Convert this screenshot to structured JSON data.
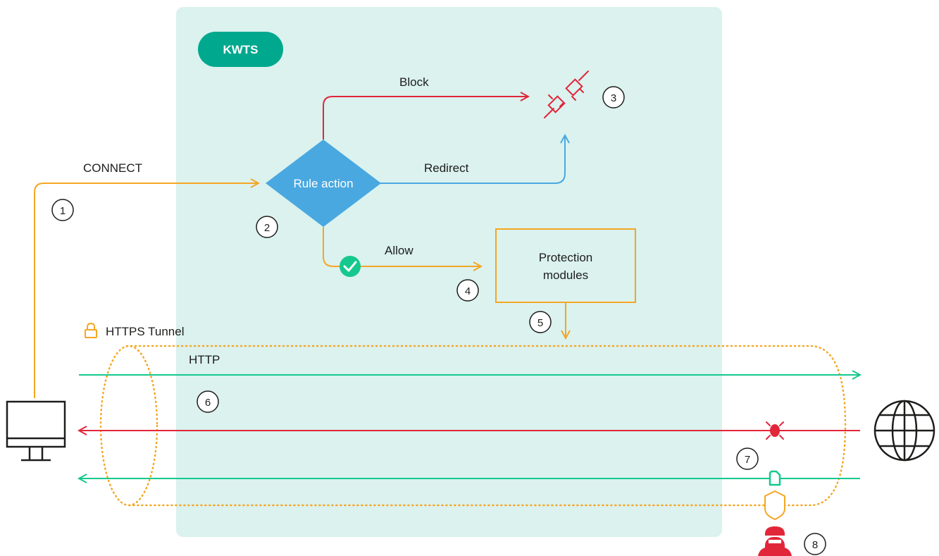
{
  "kwts_label": "KWTS",
  "rule_action_label": "Rule action",
  "connect_label": "CONNECT",
  "block_label": "Block",
  "redirect_label": "Redirect",
  "allow_label": "Allow",
  "protection_line1": "Protection",
  "protection_line2": "modules",
  "tunnel_label": "HTTPS Tunnel",
  "http_label": "HTTP",
  "steps": [
    "1",
    "2",
    "3",
    "4",
    "5",
    "6",
    "7",
    "8"
  ],
  "colors": {
    "kwts_area": "#dbf2ef",
    "kwts_pill": "#00a88e",
    "orange": "#f5a623",
    "red": "#e2263a",
    "blue": "#4aa8e0",
    "green": "#16c88e",
    "diamond": "#4aa8e0",
    "dark": "#1d1d1b"
  },
  "icons": {
    "computer": "computer-icon",
    "globe": "globe-icon",
    "lock": "lock-icon",
    "check": "check-icon",
    "blocked": "plug-disconnected-icon",
    "bug": "bug-icon",
    "file": "file-icon",
    "shield": "shield-icon",
    "hacker": "hacker-icon"
  }
}
